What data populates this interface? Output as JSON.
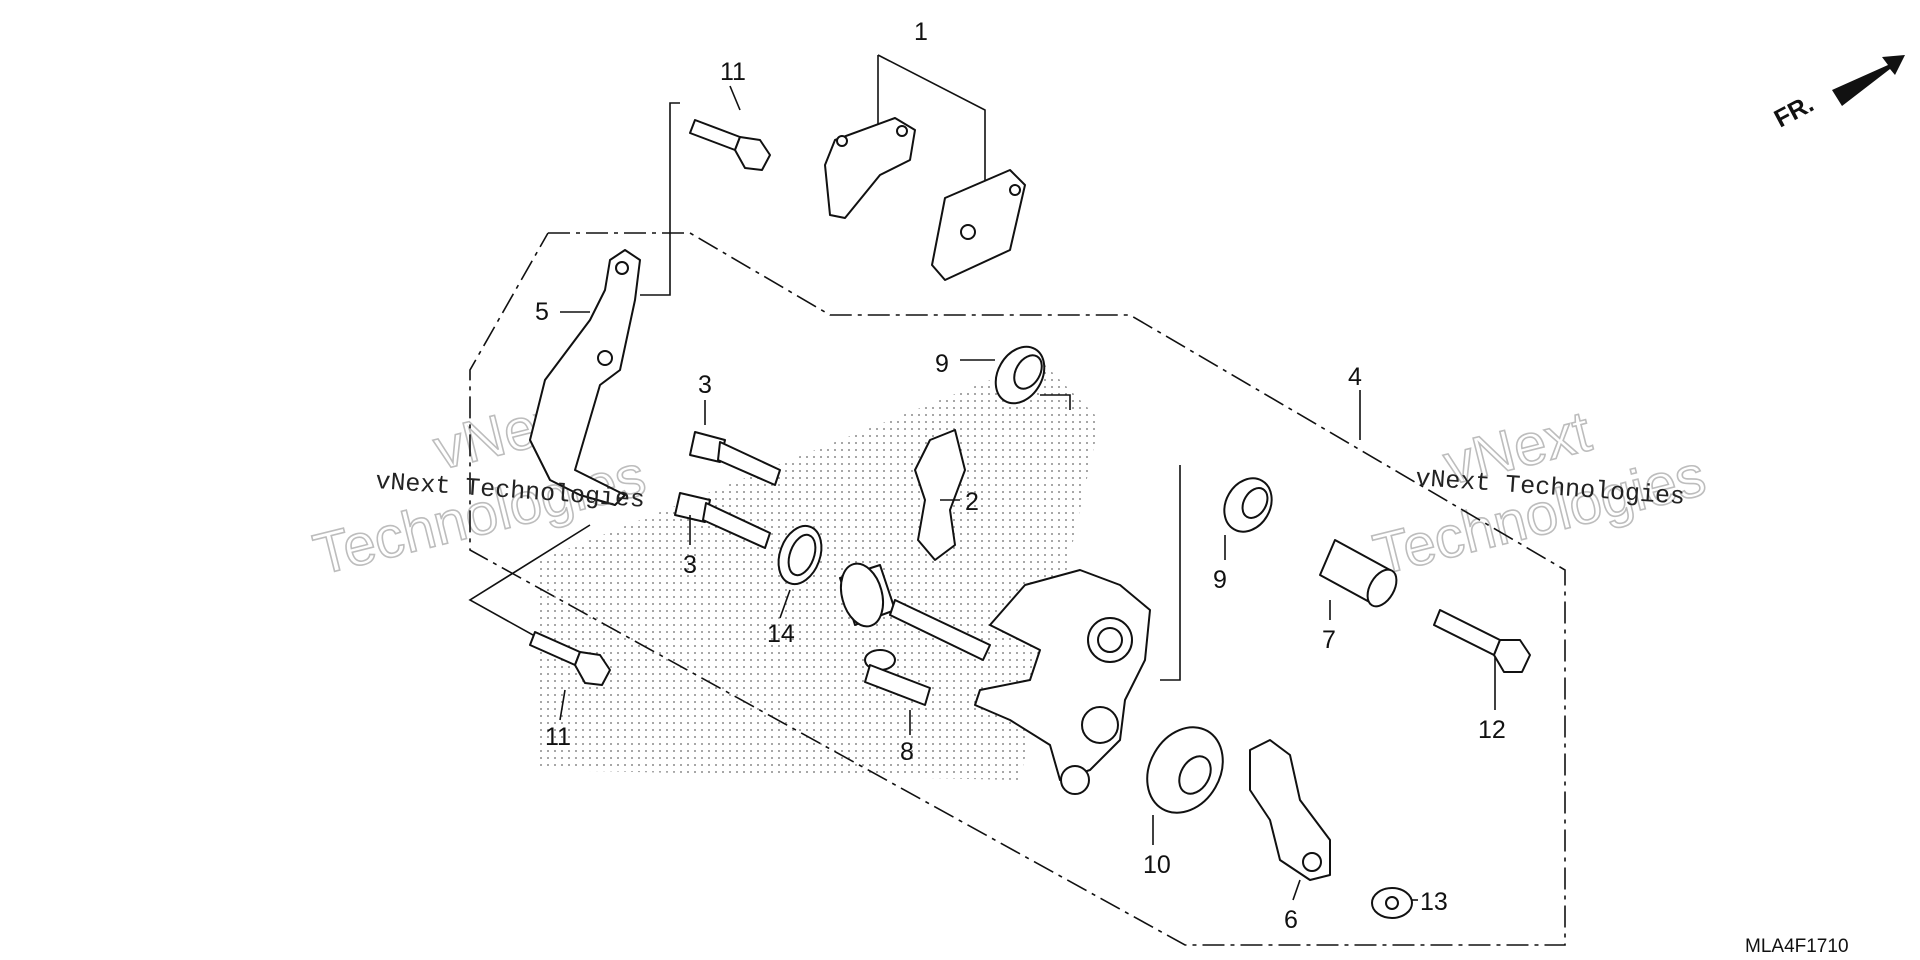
{
  "diagram": {
    "part_labels": {
      "p1": "1",
      "p2": "2",
      "p3a": "3",
      "p3b": "3",
      "p4": "4",
      "p5": "5",
      "p6": "6",
      "p7": "7",
      "p8": "8",
      "p9a": "9",
      "p9b": "9",
      "p10": "10",
      "p11a": "11",
      "p11b": "11",
      "p12": "12",
      "p13": "13",
      "p14": "14"
    },
    "direction_label": "FR.",
    "figure_code": "MLA4F1710",
    "watermark": {
      "line": "vNext Technologies",
      "word1": "vNext",
      "word2": "Technologies"
    }
  }
}
